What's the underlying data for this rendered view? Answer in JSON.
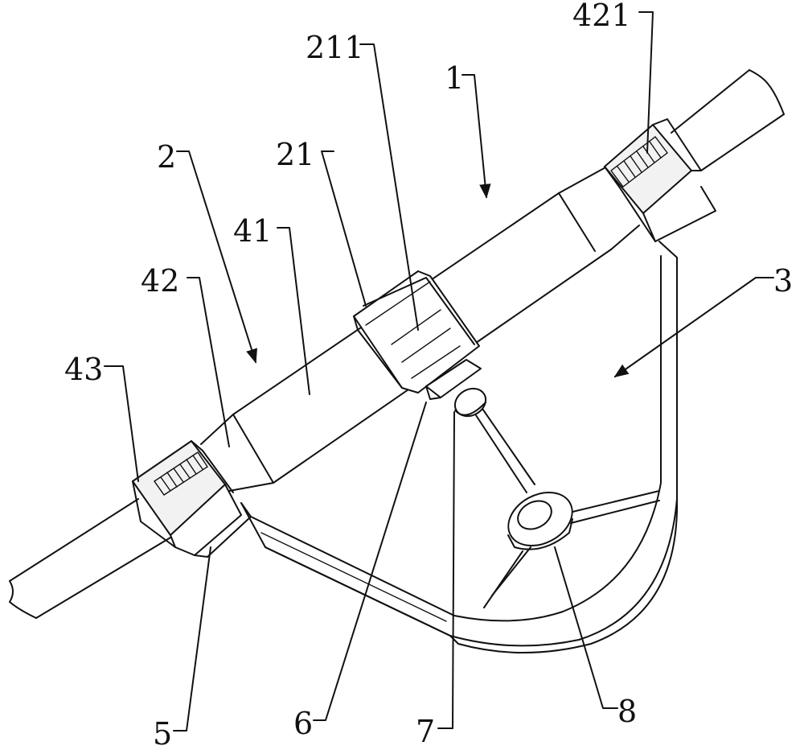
{
  "labels": {
    "l1": "1",
    "l2": "2",
    "l3": "3",
    "l5": "5",
    "l6": "6",
    "l7": "7",
    "l8": "8",
    "l21": "21",
    "l41": "41",
    "l42": "42",
    "l43": "43",
    "l211": "211",
    "l421": "421"
  }
}
